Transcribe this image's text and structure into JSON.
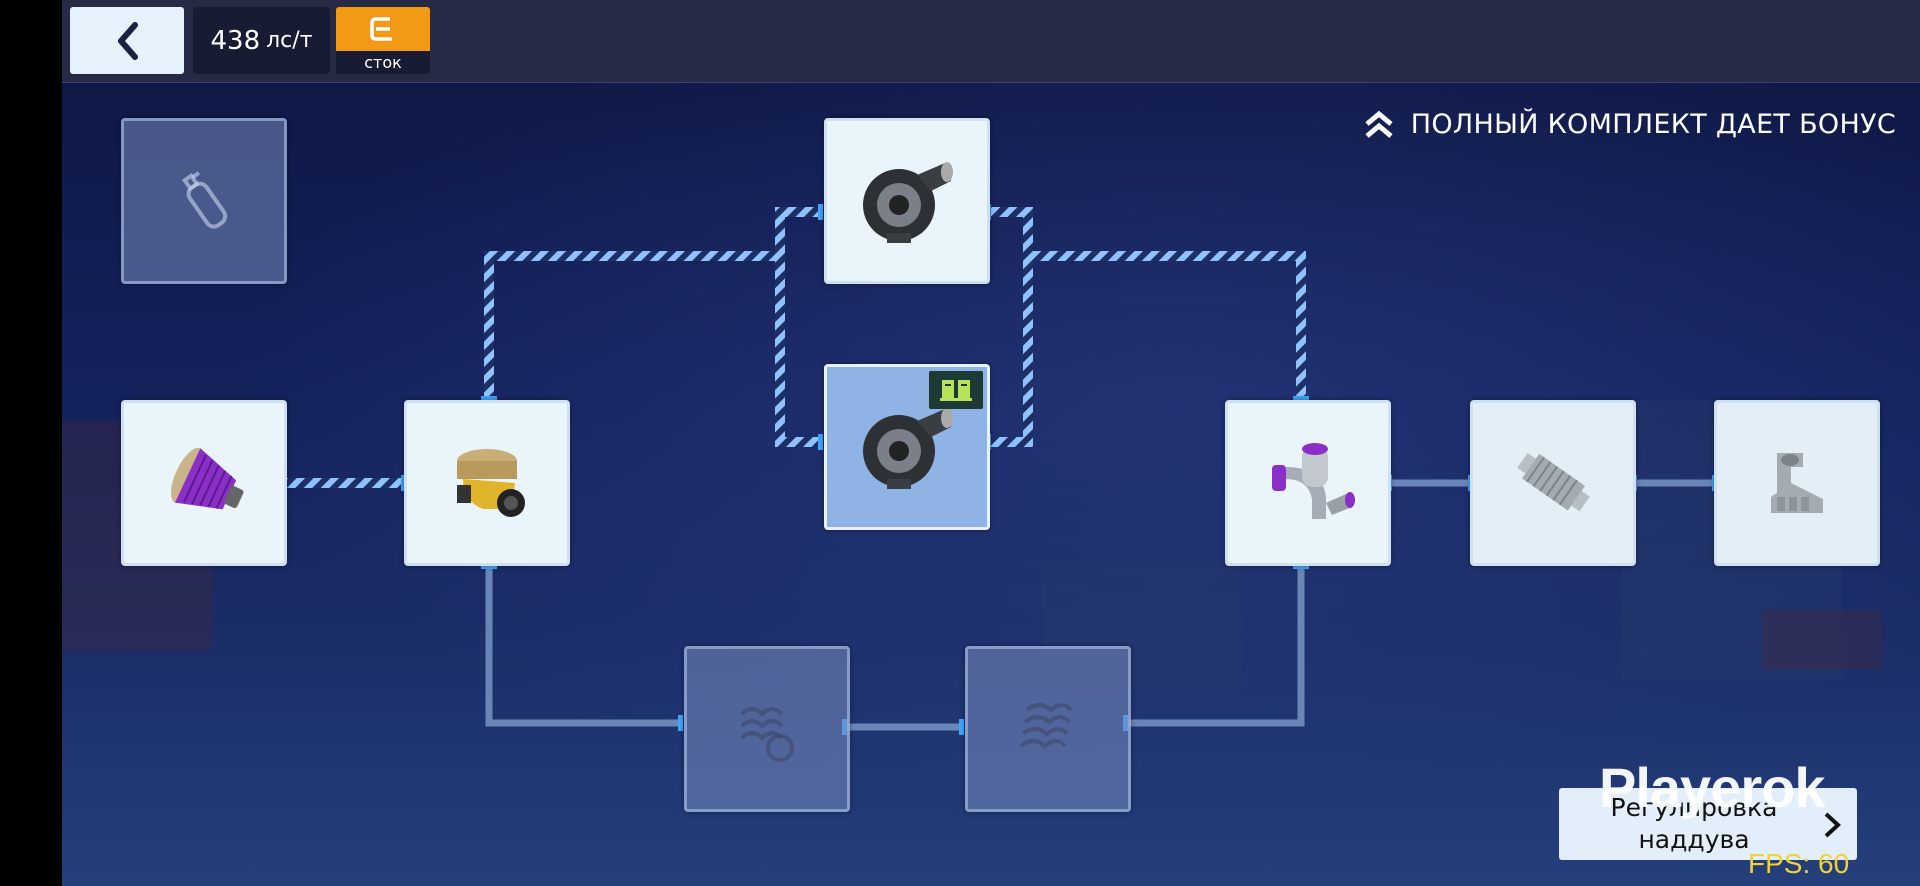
{
  "topbar": {
    "power_value": "438",
    "power_unit": "лс/т",
    "stock_label": "сток"
  },
  "bonus": {
    "text": "ПОЛНЫЙ КОМПЛЕКТ ДАЕТ БОНУС"
  },
  "parts": [
    {
      "id": "nitro",
      "icon": "nitro-bottle-icon",
      "state": "locked"
    },
    {
      "id": "air-filter",
      "icon": "air-filter-icon",
      "state": "installed"
    },
    {
      "id": "blow-off-valve",
      "icon": "blow-off-valve-icon",
      "state": "installed"
    },
    {
      "id": "turbo-top",
      "icon": "turbocharger-icon",
      "state": "installed"
    },
    {
      "id": "turbo-selected",
      "icon": "turbocharger-icon",
      "state": "selected"
    },
    {
      "id": "intake-pipe",
      "icon": "intake-pipe-icon",
      "state": "installed"
    },
    {
      "id": "intercooler",
      "icon": "intercooler-icon",
      "state": "locked"
    },
    {
      "id": "intake-manifold",
      "icon": "intake-manifold-icon",
      "state": "locked"
    },
    {
      "id": "supercharger-1",
      "icon": "supercharger-icon",
      "state": "locked"
    },
    {
      "id": "supercharger-2",
      "icon": "supercharger-icon",
      "state": "locked"
    }
  ],
  "tune_button": {
    "line1": "Регулировка",
    "line2": "наддува"
  },
  "watermark": "Playerok",
  "fps": "FPS: 60",
  "colors": {
    "accent_orange": "#f29a16",
    "topbar": "#262a45",
    "node_bg": "#eaf4fb",
    "selected_bg": "#8fb3e4",
    "connector": "#8fc3ff"
  }
}
